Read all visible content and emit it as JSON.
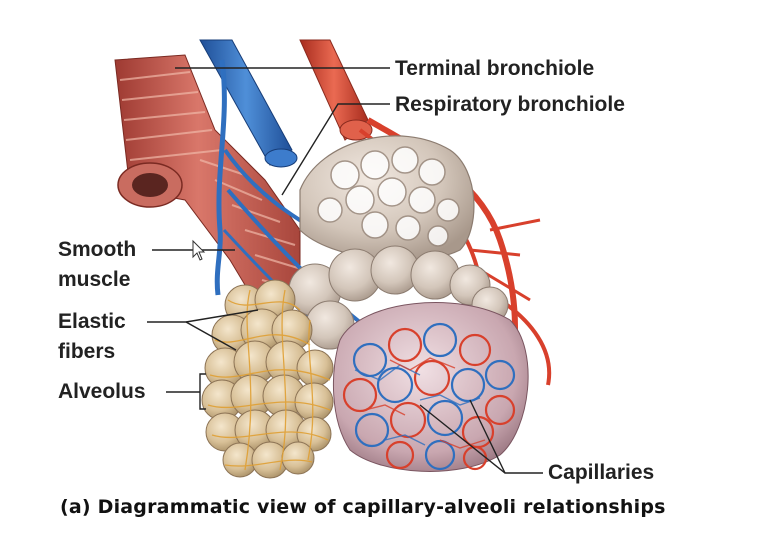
{
  "labels": {
    "terminal_bronchiole": "Terminal bronchiole",
    "respiratory_bronchiole": "Respiratory  bronchiole",
    "smooth_muscle_line1": "Smooth",
    "smooth_muscle_line2": "muscle",
    "elastic_fibers_line1": "Elastic",
    "elastic_fibers_line2": "fibers",
    "alveolus": "Alveolus",
    "capillaries": "Capillaries"
  },
  "caption": "(a) Diagrammatic view of capillary-alveoli relationships",
  "colors": {
    "artery_red": "#d8402c",
    "vein_blue": "#2f6fbf",
    "muscle_red": "#c9584a",
    "alveoli_tan": "#d9c29a",
    "alveoli_grey": "#cdbfb3",
    "leader_line": "#222222"
  }
}
